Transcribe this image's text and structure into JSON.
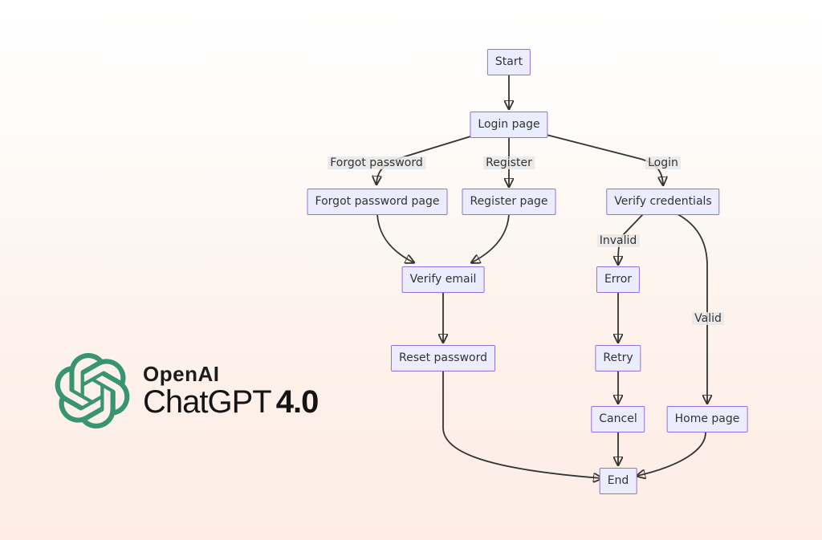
{
  "background": {
    "gradient_top": "#ffffff",
    "gradient_bottom": "#fdede5"
  },
  "branding": {
    "company": "OpenAI",
    "product": "ChatGPT",
    "version": "4.0",
    "logo_color": "#389471",
    "text_color": "#1c1c1c"
  },
  "flowchart": {
    "style": {
      "node_fill": "#ececff",
      "node_border": "#9370db",
      "node_text_color": "#333333",
      "edge_color": "#333333",
      "edge_label_bg": "#e8e8e8"
    },
    "nodes": {
      "start": {
        "label": "Start"
      },
      "login_page": {
        "label": "Login page"
      },
      "forgot_password_page": {
        "label": "Forgot password page"
      },
      "register_page": {
        "label": "Register page"
      },
      "verify_credentials": {
        "label": "Verify credentials"
      },
      "verify_email": {
        "label": "Verify email"
      },
      "error": {
        "label": "Error"
      },
      "reset_password": {
        "label": "Reset password"
      },
      "retry": {
        "label": "Retry"
      },
      "cancel": {
        "label": "Cancel"
      },
      "home_page": {
        "label": "Home page"
      },
      "end": {
        "label": "End"
      }
    },
    "edge_labels": {
      "forgot_password": {
        "label": "Forgot password"
      },
      "register": {
        "label": "Register"
      },
      "login": {
        "label": "Login"
      },
      "invalid": {
        "label": "Invalid"
      },
      "valid": {
        "label": "Valid"
      }
    },
    "edges": [
      {
        "from": "Start",
        "to": "Login page",
        "label": ""
      },
      {
        "from": "Login page",
        "to": "Forgot password page",
        "label": "Forgot password"
      },
      {
        "from": "Login page",
        "to": "Register page",
        "label": "Register"
      },
      {
        "from": "Login page",
        "to": "Verify credentials",
        "label": "Login"
      },
      {
        "from": "Forgot password page",
        "to": "Verify email",
        "label": ""
      },
      {
        "from": "Register page",
        "to": "Verify email",
        "label": ""
      },
      {
        "from": "Verify credentials",
        "to": "Error",
        "label": "Invalid"
      },
      {
        "from": "Verify credentials",
        "to": "Home page",
        "label": "Valid"
      },
      {
        "from": "Verify email",
        "to": "Reset password",
        "label": ""
      },
      {
        "from": "Error",
        "to": "Retry",
        "label": ""
      },
      {
        "from": "Retry",
        "to": "Cancel",
        "label": ""
      },
      {
        "from": "Cancel",
        "to": "End",
        "label": ""
      },
      {
        "from": "Reset password",
        "to": "End",
        "label": ""
      },
      {
        "from": "Home page",
        "to": "End",
        "label": ""
      }
    ]
  }
}
